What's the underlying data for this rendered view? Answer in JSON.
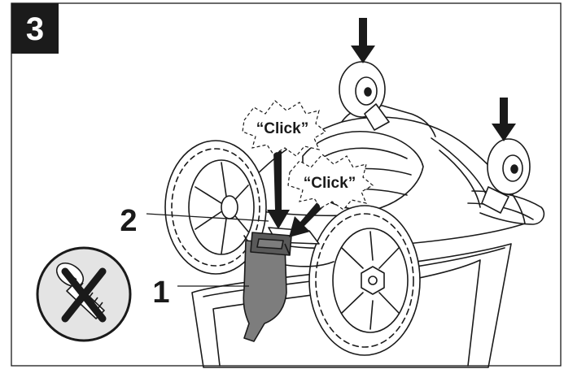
{
  "step": {
    "number": "3"
  },
  "callouts": [
    {
      "number": "1"
    },
    {
      "number": "2"
    }
  ],
  "sounds": [
    {
      "text": "“Click”"
    },
    {
      "text": "“Click”"
    }
  ],
  "warning": {
    "icon": "no-screw-icon"
  },
  "colors": {
    "ink": "#1a1a1a",
    "part_fill": "#7d7d7d",
    "part_dark": "#5a5a5a",
    "badge_bg": "#1b1b1b",
    "badge_text": "#ffffff",
    "warning_fill": "#e4e4e4"
  }
}
